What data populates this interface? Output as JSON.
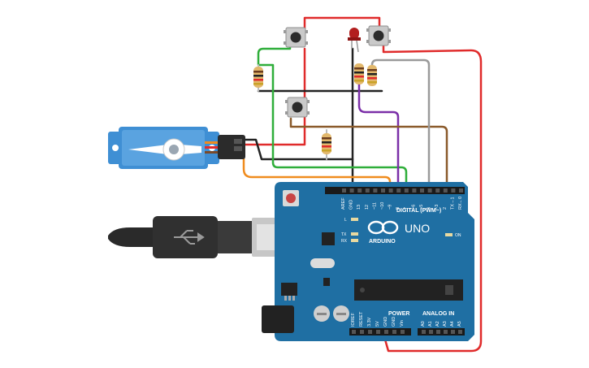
{
  "board": {
    "brand_word": "UNO",
    "brand_logo_text": "ARDUINO",
    "digital_header": "DIGITAL (PWM~)",
    "power_header": "POWER",
    "analog_header": "ANALOG IN",
    "on_label": "ON",
    "led_l": "L",
    "led_tx": "TX",
    "led_rx": "RX",
    "digital_pins": [
      "AREF",
      "GND",
      "13",
      "12",
      "~11",
      "~10",
      "~9",
      "8",
      "7",
      "~6",
      "~5",
      "4",
      "~3",
      "2",
      "TX→1",
      "RX←0"
    ],
    "power_pins": [
      "IOREF",
      "RESET",
      "3.3V",
      "5V",
      "GND",
      "GND",
      "Vin"
    ],
    "analog_pins": [
      "A0",
      "A1",
      "A2",
      "A3",
      "A4",
      "A5"
    ]
  },
  "colors": {
    "wire_red": "#e02b2b",
    "wire_black": "#222222",
    "wire_green": "#2fae3a",
    "wire_orange": "#f08c1e",
    "wire_purple": "#7b2fa8",
    "wire_brown": "#8a5a2b",
    "wire_gray": "#9a9a9a",
    "board_blue": "#1f6fa3",
    "servo_blue": "#3f8fd4",
    "led_red": "#b21e1e"
  },
  "components": {
    "buttons": 3,
    "resistors": 4,
    "led": "red",
    "servo": "micro servo",
    "usb_icon": "usb-icon"
  }
}
